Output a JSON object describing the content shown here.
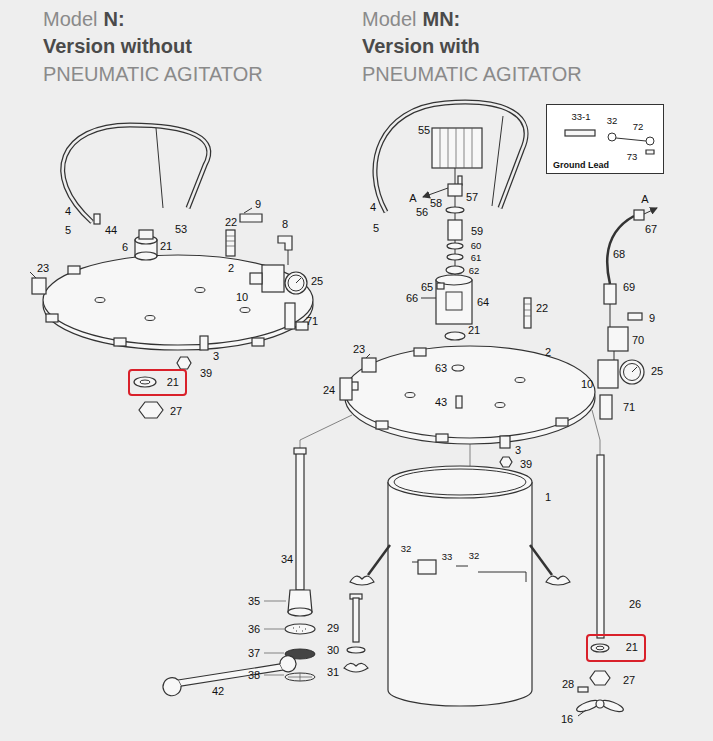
{
  "diagram": {
    "nodes": [
      {
        "text": [
          "Ground Lead"
        ]
      },
      {
        "text": [
          "21"
        ]
      },
      {
        "text": [
          "21"
        ]
      }
    ],
    "labels": [
      "Model",
      "N:",
      "Version without",
      "PNEUMATIC AGITATOR",
      "Model",
      "MN:",
      "Version with",
      "PNEUMATIC AGITATOR",
      "4",
      "5",
      "44",
      "53",
      "9",
      "8",
      "22",
      "6",
      "21",
      "23",
      "2",
      "25",
      "10",
      "71",
      "3",
      "39",
      "27",
      "55",
      "33-1",
      "32",
      "72",
      "73",
      "A",
      "58",
      "57",
      "4",
      "56",
      "5",
      "59",
      "60",
      "61",
      "62",
      "A",
      "67",
      "68",
      "65",
      "66",
      "64",
      "69",
      "9",
      "22",
      "21",
      "70",
      "23",
      "2",
      "63",
      "25",
      "10",
      "24",
      "43",
      "71",
      "3",
      "39",
      "1",
      "32",
      "34",
      "33",
      "32",
      "35",
      "26",
      "36",
      "29",
      "37",
      "30",
      "38",
      "31",
      "27",
      "28",
      "42",
      "16"
    ]
  }
}
